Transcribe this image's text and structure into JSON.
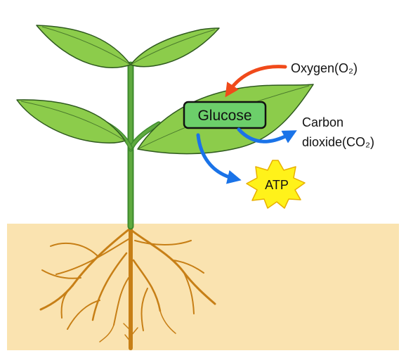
{
  "labels": {
    "glucose": "Glucose",
    "oxygen": "Oxygen(O₂)",
    "carbon_dioxide_line1": "Carbon",
    "carbon_dioxide_line2": "dioxide(CO₂)",
    "atp": "ATP"
  },
  "colors": {
    "soil": "#fae3b0",
    "leaf": "#8ccc4b",
    "leaf_outline": "#2f5a1f",
    "stem": "#4f9a3a",
    "root": "#d28a1d",
    "glucose_box": "#6ccf6a",
    "oxygen_arrow": "#f04a1a",
    "output_arrow": "#1a73e8",
    "atp_burst": "#fff21a",
    "atp_burst_outline": "#e8b000"
  }
}
